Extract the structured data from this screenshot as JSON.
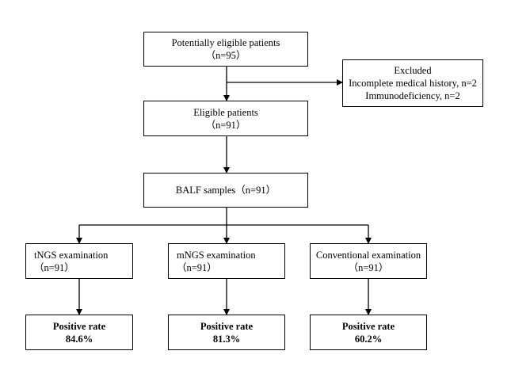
{
  "boxes": {
    "potentially_eligible": {
      "title": "Potentially eligible patients",
      "count": "（n=95）"
    },
    "excluded": {
      "title": "Excluded",
      "reason_1": "Incomplete medical history, n=2",
      "reason_2": "Immunodeficiency, n=2"
    },
    "eligible": {
      "title": "Eligible patients",
      "count": "（n=91）"
    },
    "balf": {
      "title": "BALF samples（n=91）"
    },
    "tngs": {
      "title": "tNGS examination",
      "count": "（n=91）"
    },
    "mngs": {
      "title": "mNGS examination",
      "count": "（n=91）"
    },
    "conventional": {
      "title": "Conventional examination",
      "count": "（n=91）"
    },
    "tngs_result": {
      "title": "Positive rate",
      "value": "84.6%"
    },
    "mngs_result": {
      "title": "Positive rate",
      "value": "81.3%"
    },
    "conventional_result": {
      "title": "Positive rate",
      "value": "60.2%"
    }
  },
  "colors": {
    "line": "#000000",
    "box_border": "#000000",
    "background": "#ffffff"
  }
}
